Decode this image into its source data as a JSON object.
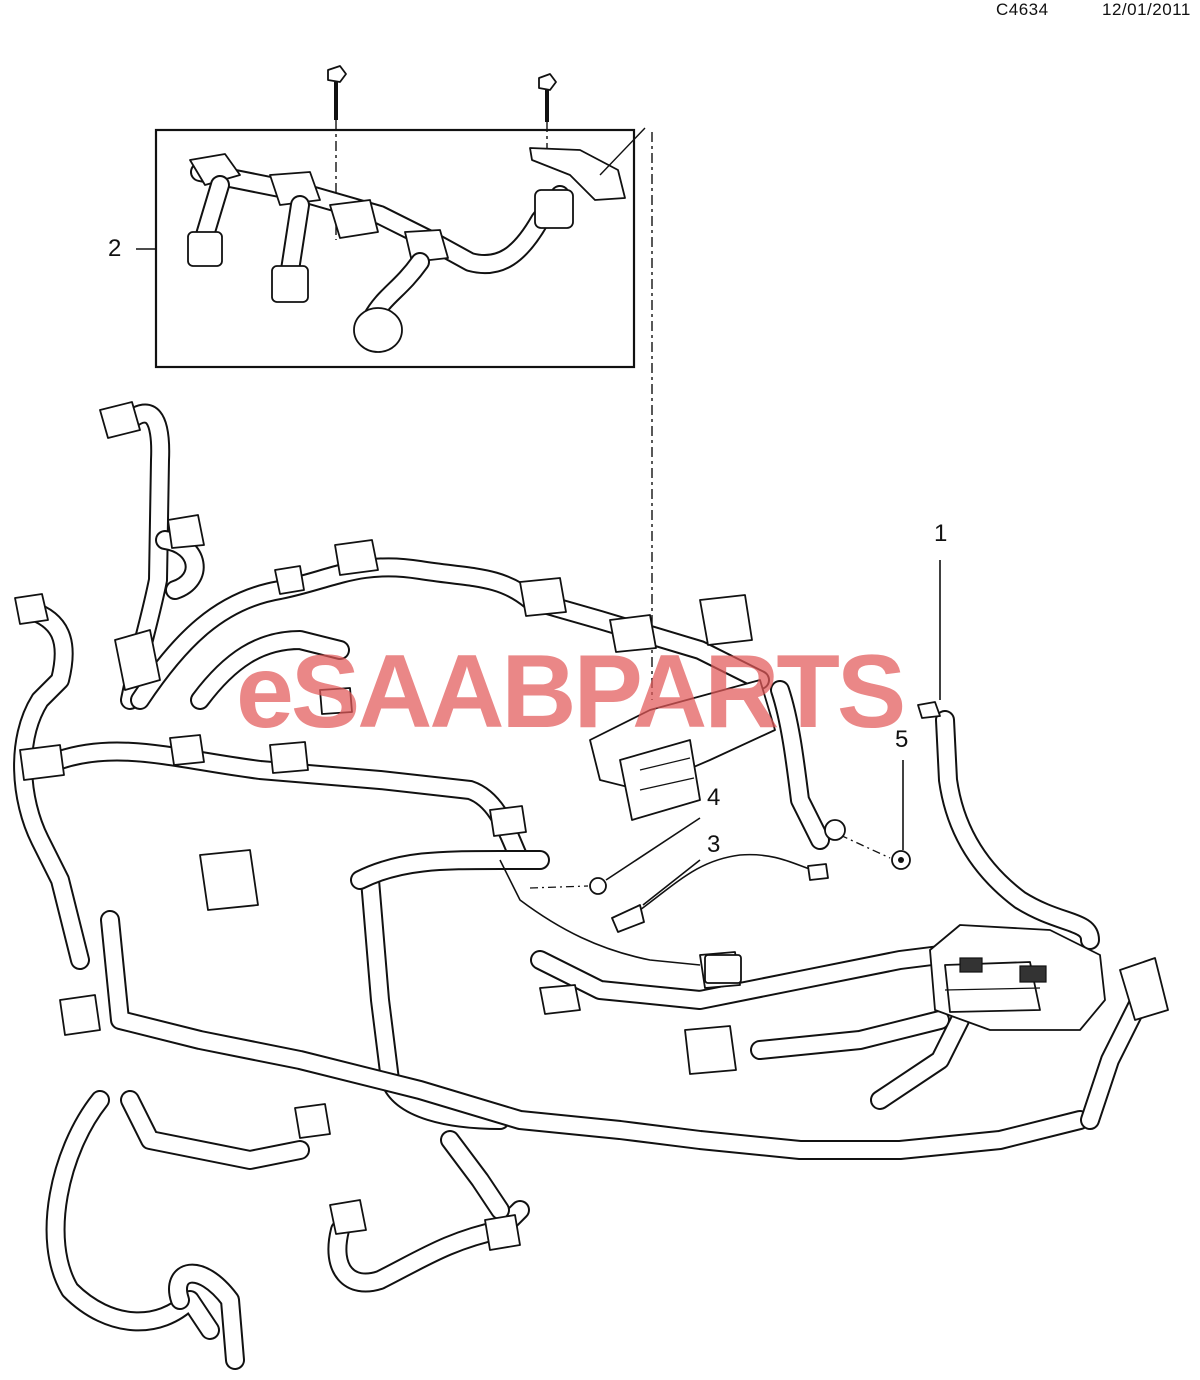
{
  "header": {
    "diagram_code": "C4634",
    "date": "12/01/2011"
  },
  "watermark": {
    "part1": "eSAAB",
    "part2": "PARTS",
    "color": "#e35a5a"
  },
  "callouts": [
    {
      "id": "1",
      "label": "1"
    },
    {
      "id": "2",
      "label": "2"
    },
    {
      "id": "3",
      "label": "3"
    },
    {
      "id": "4",
      "label": "4"
    },
    {
      "id": "5",
      "label": "5"
    }
  ],
  "colors": {
    "line": "#111111",
    "background": "#ffffff"
  }
}
